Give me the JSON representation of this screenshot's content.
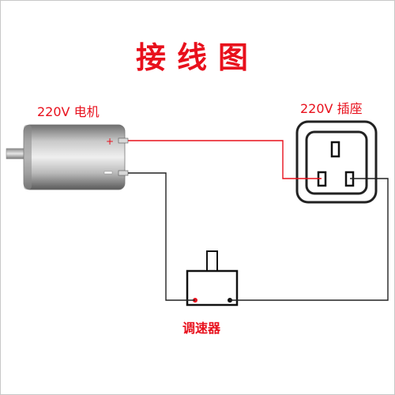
{
  "title": "接线图",
  "motor": {
    "label": "220V 电机",
    "terminal_plus": "+"
  },
  "socket": {
    "label": "220V 插座"
  },
  "regulator": {
    "label": "调速器"
  },
  "colors": {
    "title_text": "#e8101c",
    "live_wire": "#e8101c",
    "neutral_wire": "#222222",
    "motor_body": "#9a9a9a"
  }
}
